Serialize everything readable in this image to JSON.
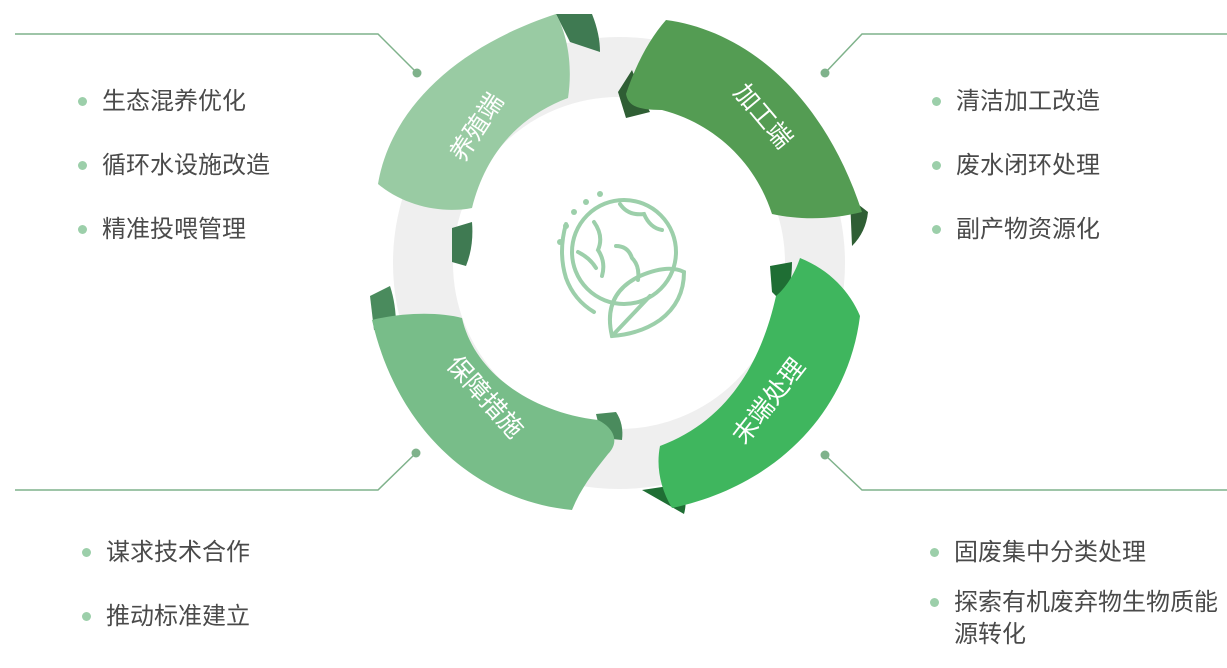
{
  "colors": {
    "ring": "#efefef",
    "band_top_left": "#99cba3",
    "band_top_left_dark": "#3f7a52",
    "band_top_right": "#549c53",
    "band_top_right_dark": "#2f5e34",
    "band_bottom_right": "#3fb65e",
    "band_bottom_right_dark": "#1f6e34",
    "band_bottom_left": "#78bd89",
    "band_bottom_left_dark": "#4a8b5d",
    "connector": "#7fb28b",
    "icon": "#9ccfaa",
    "text": "#4a4a4a"
  },
  "center_icon": "globe-leaf-icon",
  "segments": [
    {
      "label": "养殖端",
      "items": [
        "生态混养优化",
        "循环水设施改造",
        "精准投喂管理"
      ]
    },
    {
      "label": "加工端",
      "items": [
        "清洁加工改造",
        "废水闭环处理",
        "副产物资源化"
      ]
    },
    {
      "label": "末端处理",
      "items": [
        "固废集中分类处理",
        "探索有机废弃物生物质能源转化"
      ]
    },
    {
      "label": "保障措施",
      "items": [
        "谋求技术合作",
        "推动标准建立"
      ]
    }
  ]
}
